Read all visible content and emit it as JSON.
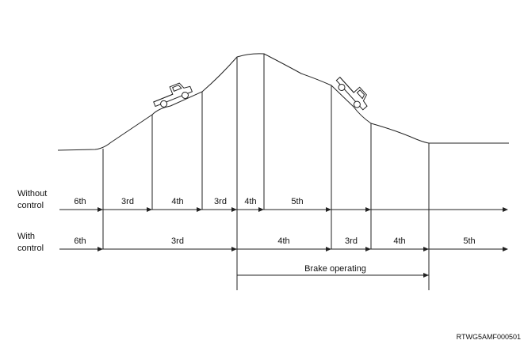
{
  "rows": {
    "without_control": {
      "label_line1": "Without",
      "label_line2": "control",
      "segments": [
        "6th",
        "3rd",
        "4th",
        "3rd",
        "4th",
        "5th"
      ]
    },
    "with_control": {
      "label_line1": "With",
      "label_line2": "control",
      "segments": [
        "6th",
        "3rd",
        "4th",
        "3rd",
        "4th",
        "5th"
      ]
    }
  },
  "brake": {
    "label": "Brake operating"
  },
  "image_code": "RTWG5AMF000501"
}
